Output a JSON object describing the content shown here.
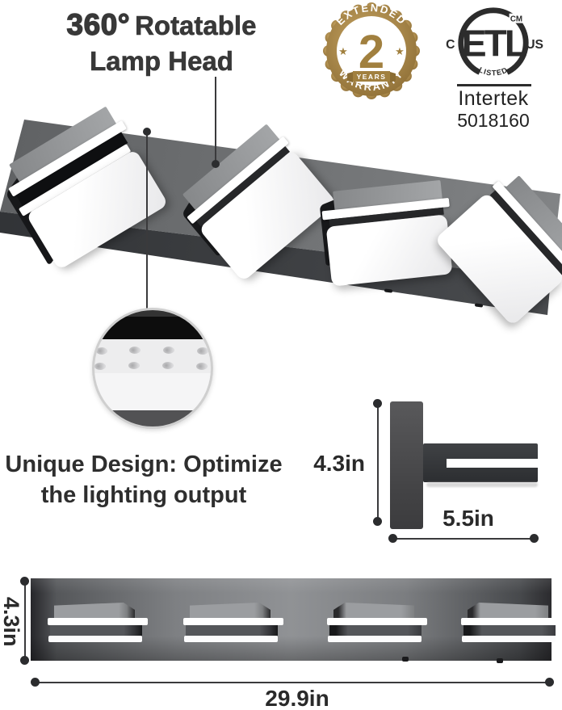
{
  "header": {
    "degree": "360°",
    "rotatable": "Rotatable",
    "line2": "Lamp Head"
  },
  "badge": {
    "top": "EXTENDED",
    "number": "2",
    "ribbon": "YEARS",
    "bottom": "WARRANTY",
    "star": "★"
  },
  "cert": {
    "mark": "ETL",
    "sup": "CM",
    "left": "C",
    "right": "US",
    "listed": "LISTED",
    "company": "Intertek",
    "number": "5018160"
  },
  "feature": {
    "line1": "Unique Design: Optimize",
    "line2": "the lighting output"
  },
  "dims": {
    "side_height": "4.3in",
    "side_width": "5.5in",
    "front_height": "4.3in",
    "front_width": "29.9in"
  },
  "colors": {
    "badge_gold": "#a6854a",
    "ink": "#333333",
    "bar_top_gray": "#6e7072",
    "bar_front_gray": "#3e4043",
    "panel_white": "#ffffff",
    "dimension_line": "#3a3a3c"
  }
}
